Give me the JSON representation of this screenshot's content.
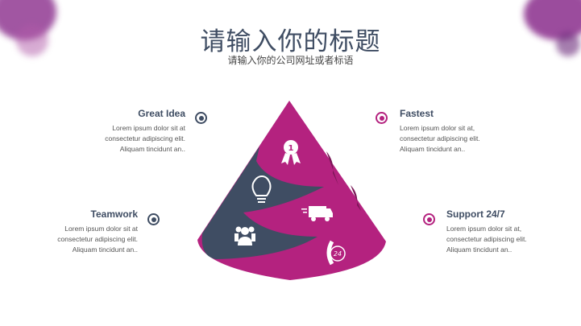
{
  "header": {
    "title": "请输入你的标题",
    "subtitle": "请输入你的公司网址或者标语"
  },
  "colors": {
    "magenta": "#b4227f",
    "slate": "#3f4d63"
  },
  "items": [
    {
      "title": "Great Idea",
      "text": [
        "Lorem ipsum dolor sit at",
        "consectetur adipiscing elit.",
        "Aliquam tincidunt an.."
      ]
    },
    {
      "title": "Fastest",
      "text": [
        "Lorem ipsum dolor sit at,",
        "consectetur adipiscing elit.",
        "Aliquam tincidunt an.."
      ]
    },
    {
      "title": "Teamwork",
      "text": [
        "Lorem ipsum dolor sit at",
        "consectetur adipiscing elit.",
        "Aliquam tincidunt an.."
      ]
    },
    {
      "title": "Support 24/7",
      "text": [
        "Lorem ipsum dolor sit at,",
        "consectetur adipiscing elit.",
        "Aliquam tincidunt an.."
      ]
    }
  ],
  "icons": {
    "badge": "1",
    "phone": "24"
  }
}
